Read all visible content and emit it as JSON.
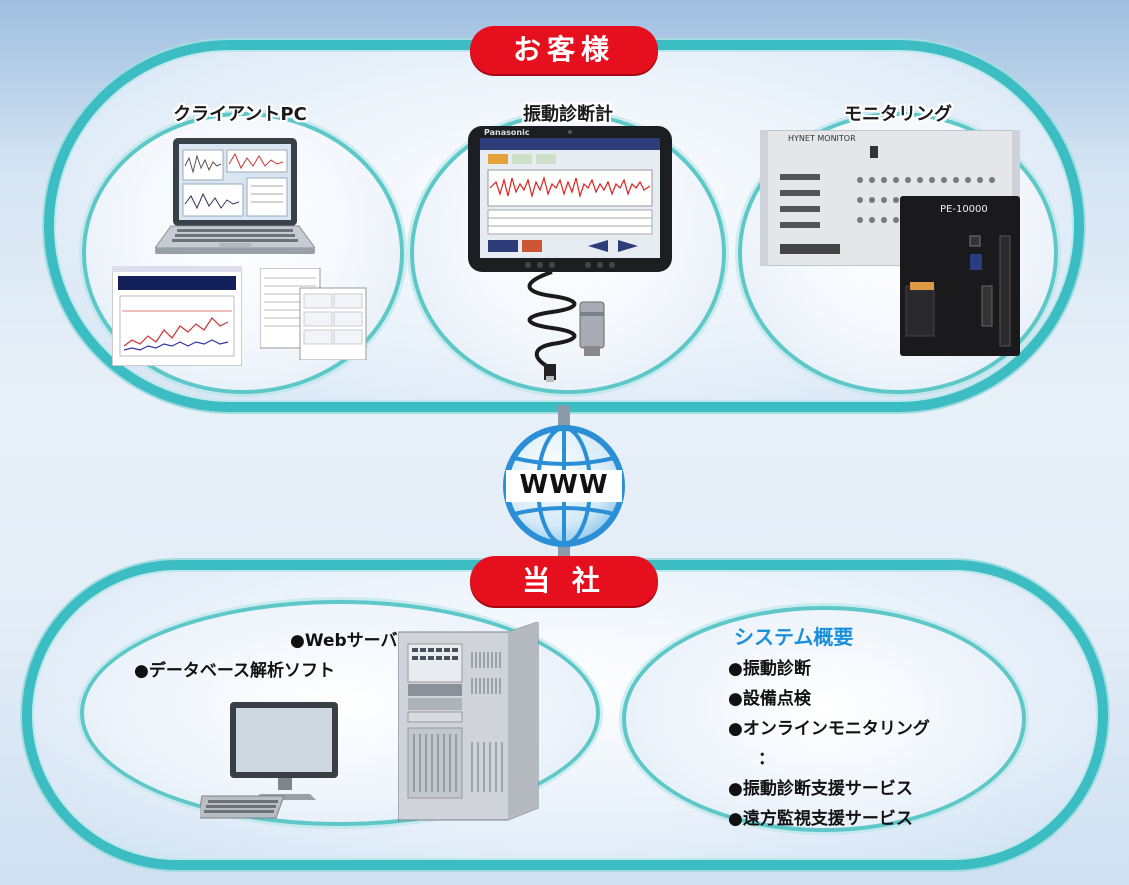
{
  "customer_label": "お客様",
  "company_label": "当 社",
  "client_pc_label": "クライアントPC",
  "vibration_meter_label": "振動診断計",
  "monitoring_label": "モニタリング",
  "www_label": "WWW",
  "tablet_brand": "Panasonic",
  "monitor_brand": "HYNET MONITOR",
  "controller_model": "PE-10000",
  "server_features": [
    "●Webサーバ",
    "●データベース解析ソフト"
  ],
  "overview": {
    "title": "システム概要",
    "items": [
      "●振動診断",
      "●設備点検",
      "●オンラインモニタリング",
      "：",
      "●振動診断支援サービス",
      "●遠方監視支援サービス"
    ]
  },
  "colors": {
    "ring": "#3cbdc4",
    "banner": "#e60f1e",
    "accent_text": "#1a8fdc"
  }
}
